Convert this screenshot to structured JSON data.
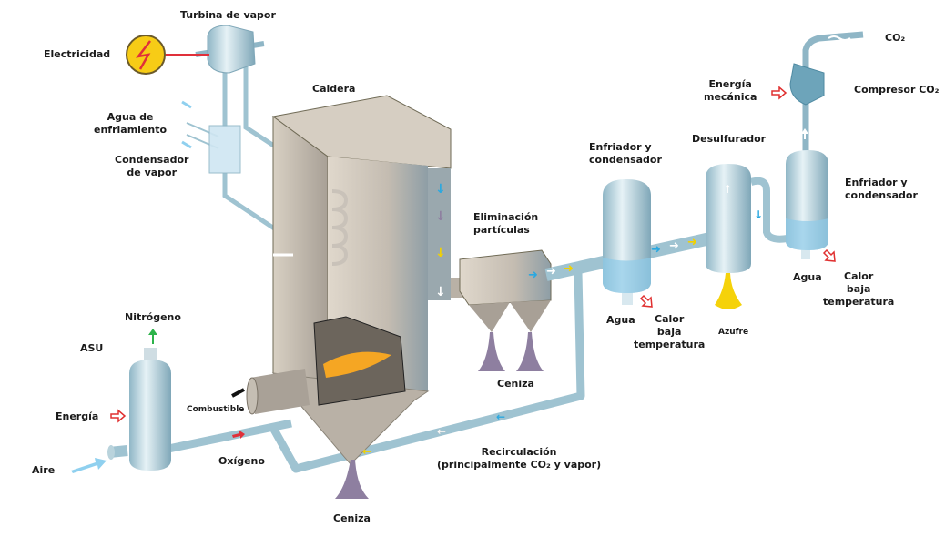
{
  "labels": {
    "turbina": "Turbina de vapor",
    "electricidad": "Electricidad",
    "caldera": "Caldera",
    "agua_enfriamiento": "Agua de\nenfriamiento",
    "condensador_vapor": "Condensador\nde vapor",
    "eliminacion": "Eliminación\npartículas",
    "enfriador1": "Enfriador y\ncondensador",
    "desulfurador": "Desulfurador",
    "energia_mecanica": "Energía\nmecánica",
    "compresor": "Compresor CO₂",
    "co2": "CO₂",
    "enfriador2": "Enfriador y\ncondensador",
    "agua1": "Agua",
    "calor1": "Calor\nbaja\ntemperatura",
    "azufre": "Azufre",
    "agua2": "Agua",
    "calor2": "Calor\nbaja\ntemperatura",
    "nitrogeno": "Nitrógeno",
    "asu": "ASU",
    "energia": "Energía",
    "combustible": "Combustible",
    "aire": "Aire",
    "oxigeno": "Oxígeno",
    "ceniza1": "Ceniza",
    "ceniza2": "Ceniza",
    "recirculacion": "Recirculación\n(principalmente CO₂ y vapor)"
  },
  "colors": {
    "pipe": "#a9cfdc",
    "boiler": "#c9bfb2",
    "water": "#8fcbe8",
    "ash": "#8e7fa0",
    "sulfur": "#f5d20a",
    "energy_arrow": "#e03030",
    "flow_blue": "#2aa8e0",
    "flow_yellow": "#f2d100",
    "nitrogen_arrow": "#2db34a"
  }
}
